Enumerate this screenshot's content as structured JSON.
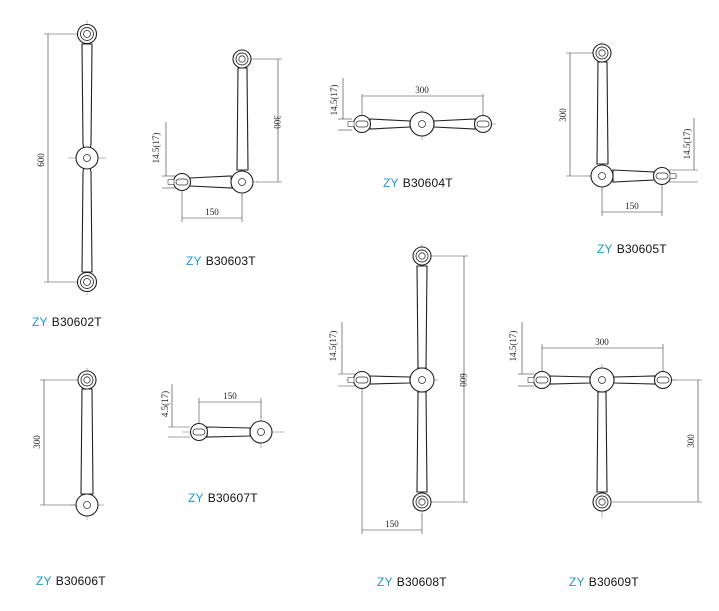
{
  "brand": {
    "prefix": "ZY",
    "prefix_color": "#1a9ad6"
  },
  "models": [
    {
      "code": "B30602T",
      "dims": [
        "600"
      ]
    },
    {
      "code": "B30603T",
      "dims": [
        "300",
        "14.5(17)",
        "150"
      ]
    },
    {
      "code": "B30604T",
      "dims": [
        "300",
        "14.5(17)"
      ]
    },
    {
      "code": "B30605T",
      "dims": [
        "300",
        "14.5(17)",
        "150"
      ]
    },
    {
      "code": "B30606T",
      "dims": [
        "300"
      ]
    },
    {
      "code": "B30607T",
      "dims": [
        "150",
        "4.5(17)"
      ]
    },
    {
      "code": "B30608T",
      "dims": [
        "14.5(17)",
        "600",
        "150"
      ]
    },
    {
      "code": "B30609T",
      "dims": [
        "300",
        "14.5(17)",
        "300"
      ]
    }
  ]
}
